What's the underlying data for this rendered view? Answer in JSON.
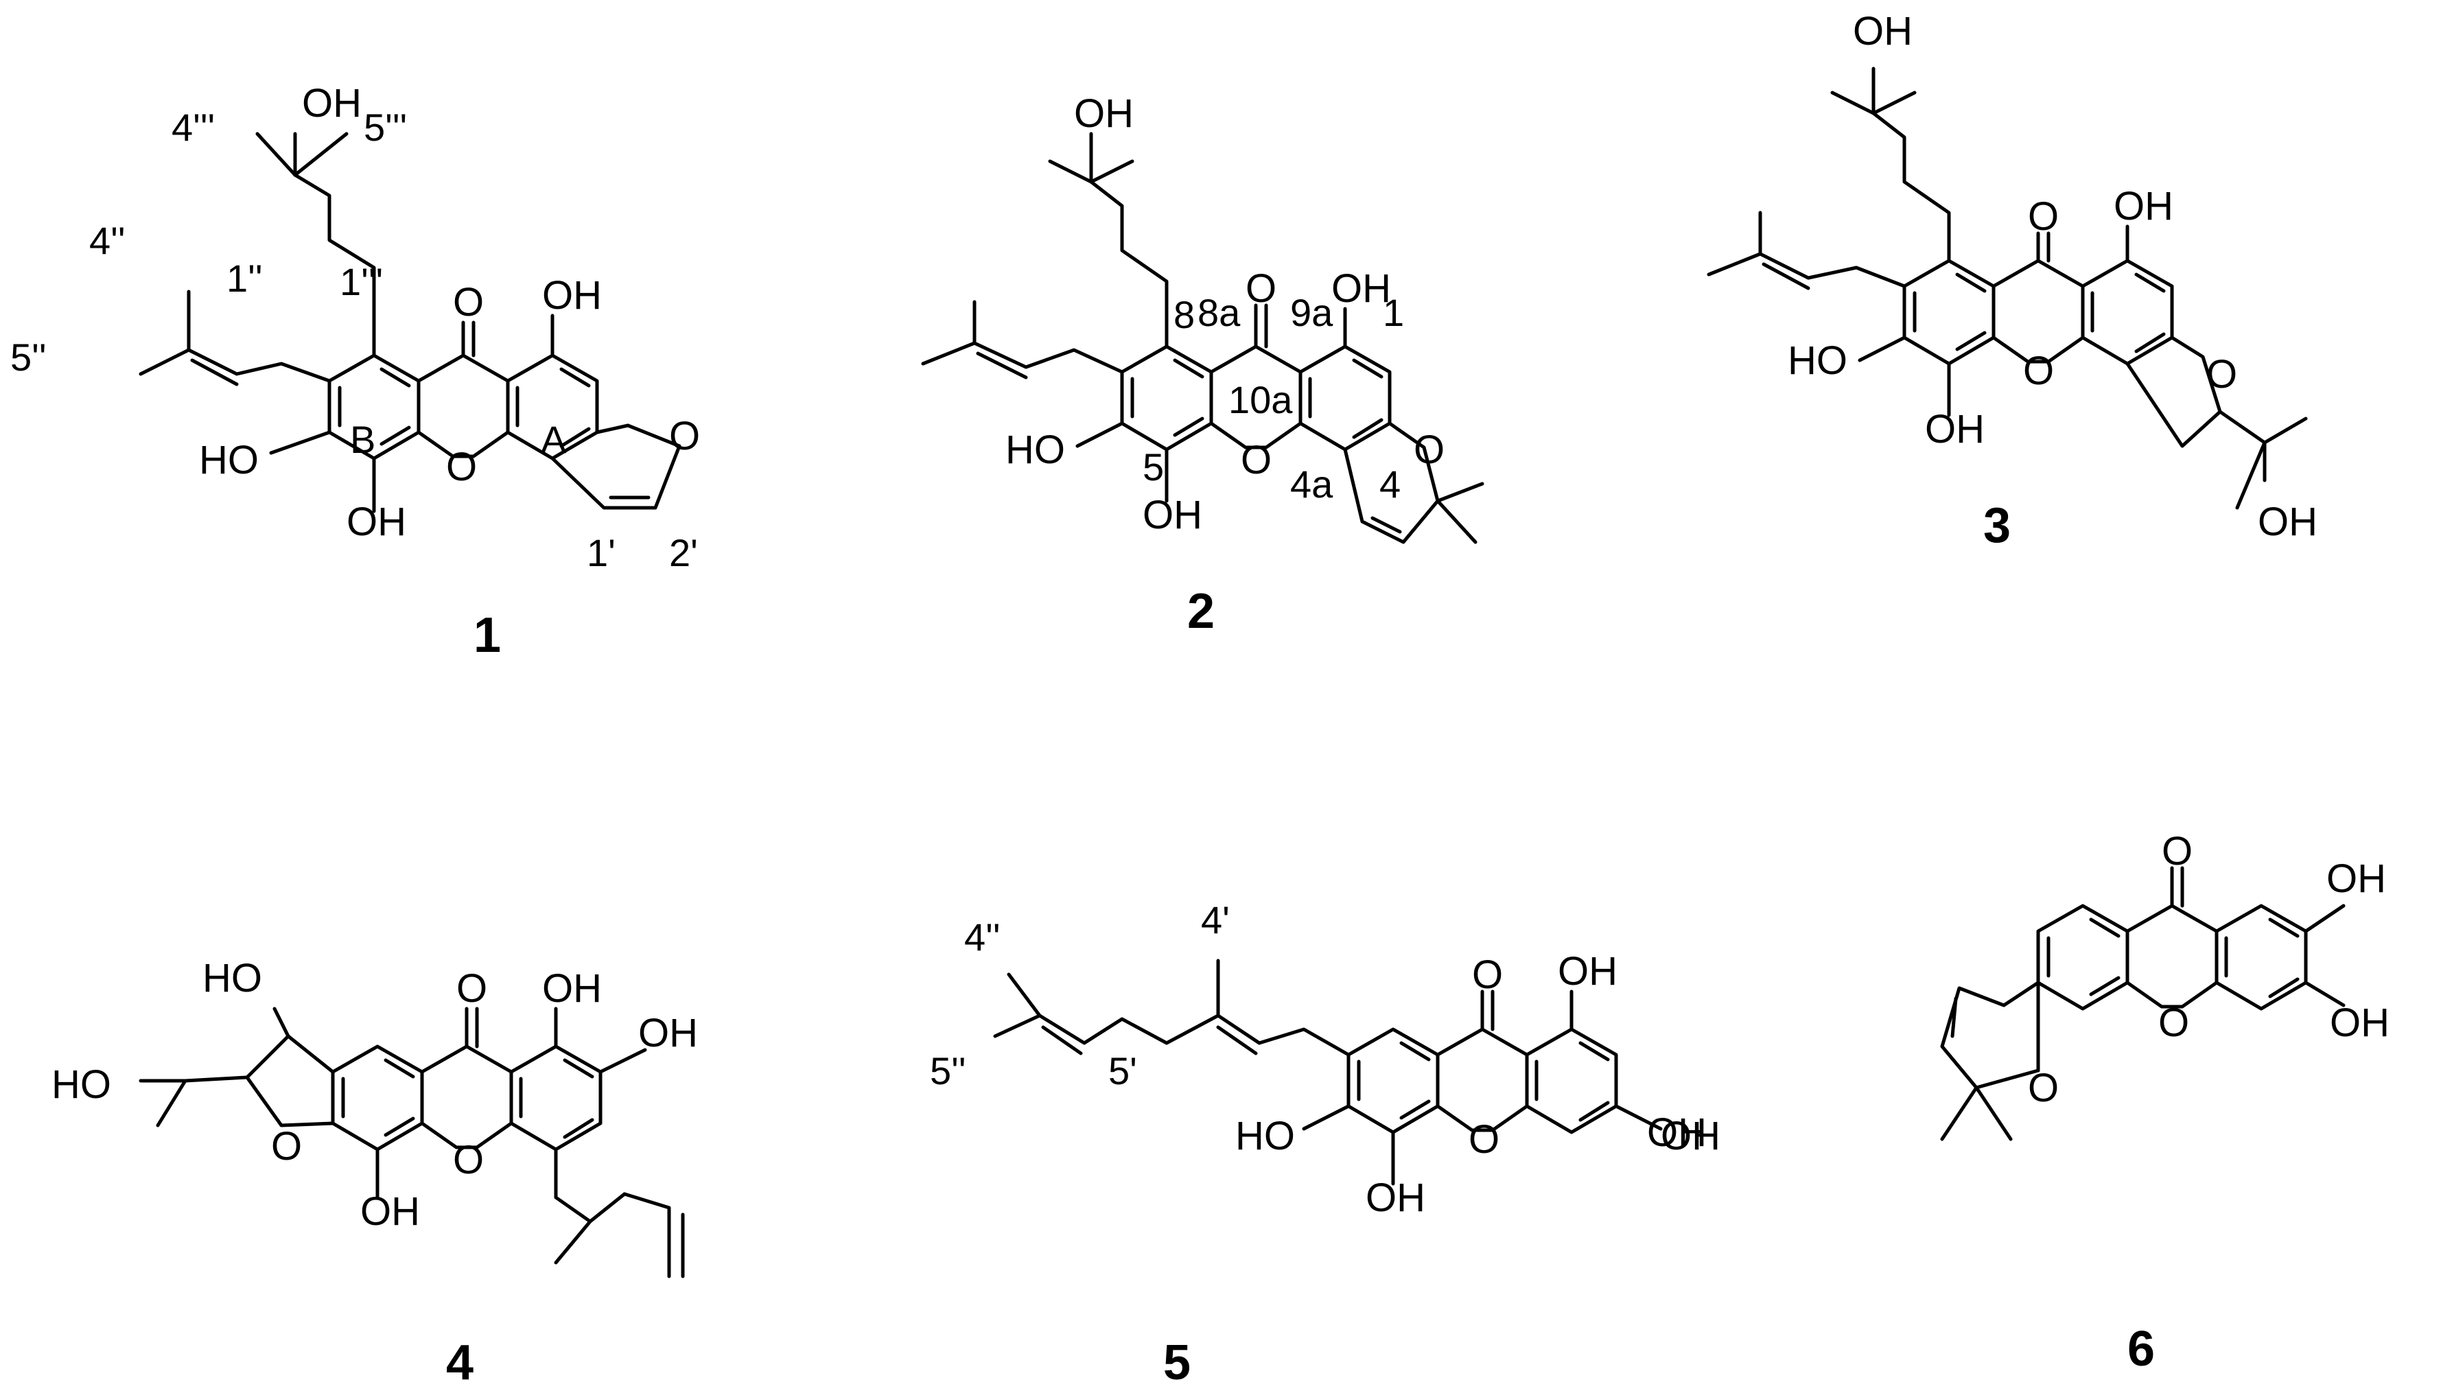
{
  "figure": {
    "compounds": [
      {
        "id": "1",
        "atoms": [
          "OH",
          "O",
          "OH",
          "O",
          "O",
          "HO",
          "OH"
        ],
        "locants": [
          "4'''",
          "5'''",
          "4''",
          "1''",
          "1'''",
          "5''",
          "B",
          "A",
          "1'",
          "2'"
        ]
      },
      {
        "id": "2",
        "atoms": [
          "OH",
          "O",
          "OH",
          "O",
          "O",
          "HO",
          "OH"
        ],
        "locants": [
          "8",
          "8a",
          "9a",
          "1",
          "10a",
          "4a",
          "4",
          "5"
        ]
      },
      {
        "id": "3",
        "atoms": [
          "OH",
          "O",
          "OH",
          "O",
          "O",
          "HO",
          "OH",
          "OH"
        ],
        "locants": []
      },
      {
        "id": "4",
        "atoms": [
          "HO",
          "O",
          "OH",
          "OH",
          "HO",
          "O",
          "O",
          "OH"
        ],
        "locants": []
      },
      {
        "id": "5",
        "atoms": [
          "O",
          "OH",
          "OH",
          "O",
          "HO",
          "OH",
          "OH"
        ],
        "locants": [
          "4''",
          "4'",
          "5''",
          "5'"
        ]
      },
      {
        "id": "6",
        "atoms": [
          "O",
          "OH",
          "O",
          "O",
          "OH"
        ],
        "locants": []
      }
    ]
  }
}
